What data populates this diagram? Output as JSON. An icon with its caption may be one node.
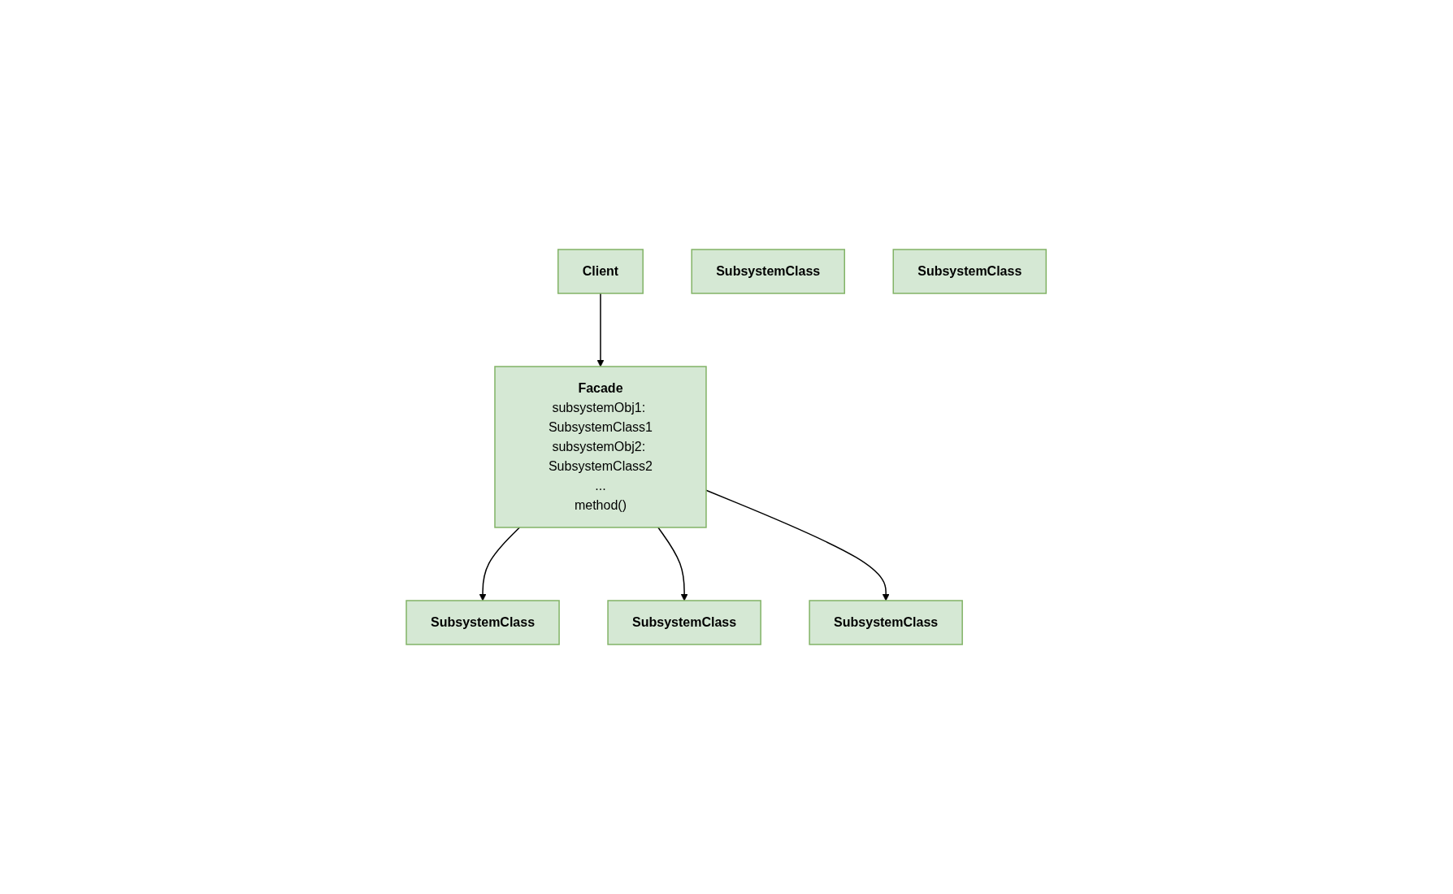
{
  "diagram": {
    "nodes": [
      {
        "text": [
          "Client"
        ]
      },
      {
        "text": [
          "Facade",
          "subsystemObj1: SubsystemClass1",
          "subsystemObj2: SubsystemClass2",
          "...",
          "method()"
        ]
      },
      {
        "text": [
          "SubsystemClass"
        ]
      },
      {
        "text": [
          "SubsystemClass"
        ]
      },
      {
        "text": [
          "SubsystemClass"
        ]
      },
      {
        "text": [
          "SubsystemClass"
        ]
      },
      {
        "text": [
          "SubsystemClass"
        ]
      }
    ],
    "edges": [
      {
        "from": 0,
        "to": 1,
        "arrow": "to"
      },
      {
        "from": 1,
        "to": 2,
        "arrow": "to"
      },
      {
        "from": 1,
        "to": 4,
        "arrow": "to"
      },
      {
        "from": 1,
        "to": 3,
        "arrow": "to"
      }
    ]
  }
}
